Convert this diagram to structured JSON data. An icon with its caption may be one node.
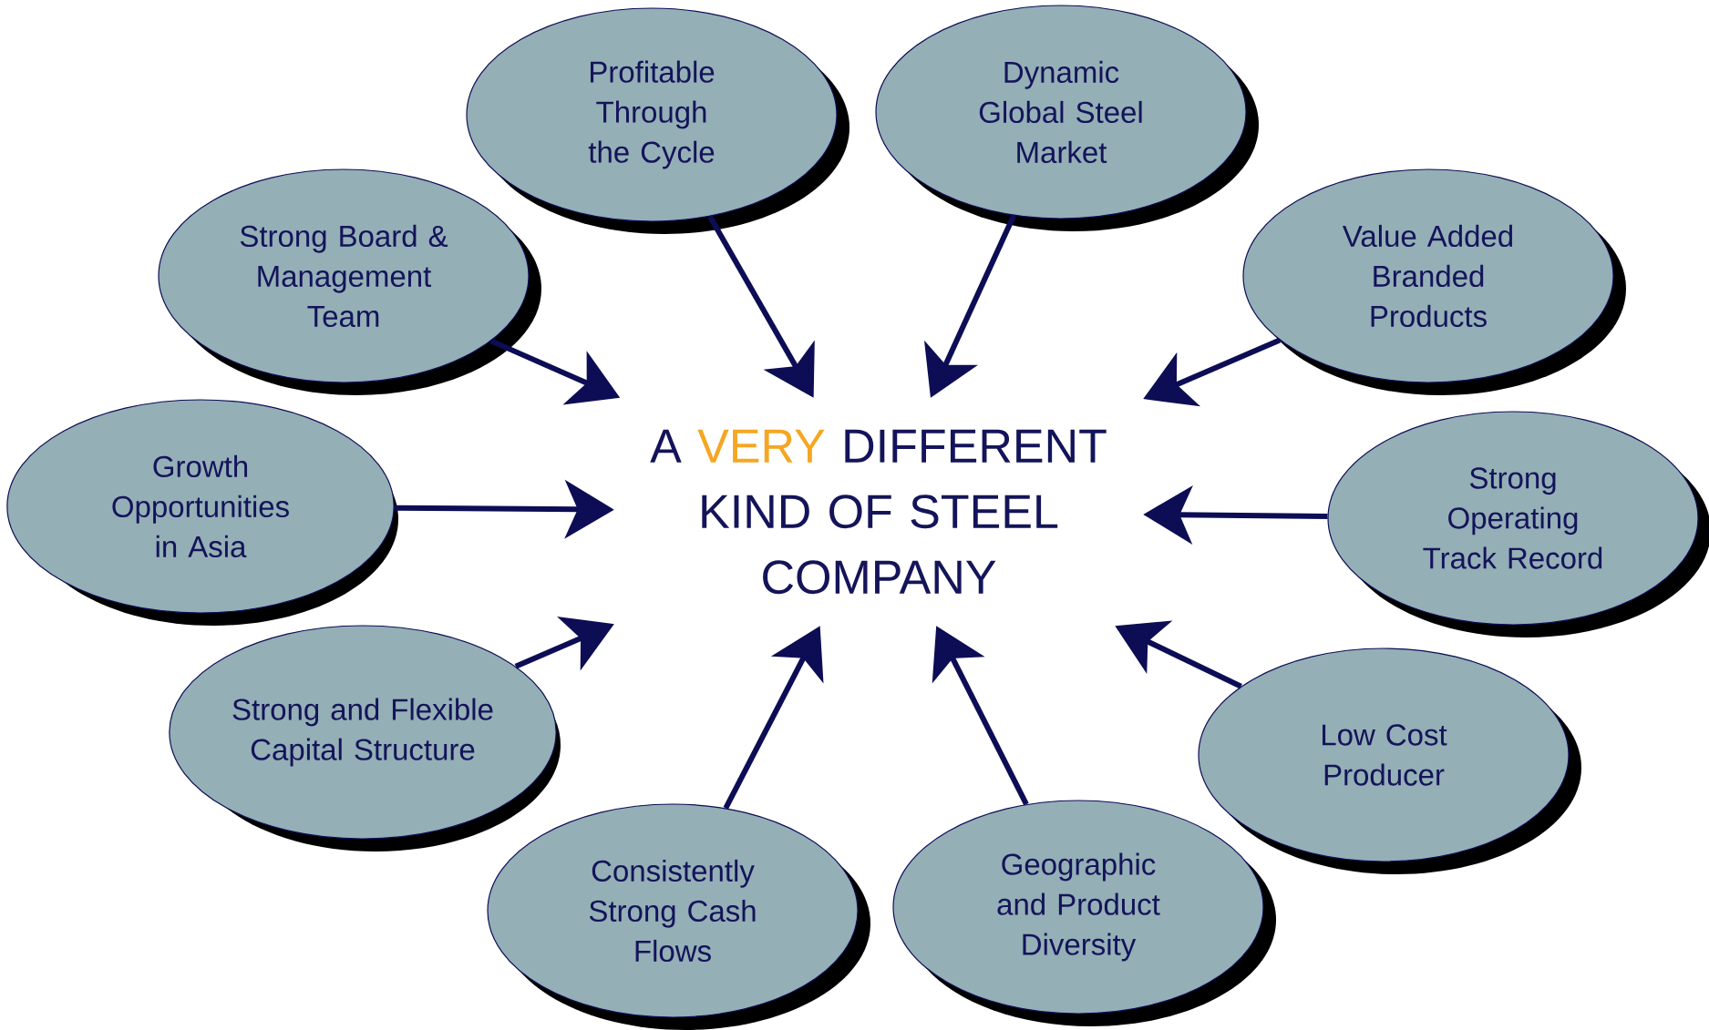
{
  "diagram": {
    "nodes": [
      {
        "text": [
          "A",
          "VERY",
          "DIFFERENT",
          "KIND OF STEEL COMPANY"
        ]
      },
      {
        "text": [
          "Profitable Through the Cycle"
        ]
      },
      {
        "text": [
          "Dynamic Global Steel Market"
        ]
      },
      {
        "text": [
          "Value Added Branded Products"
        ]
      },
      {
        "text": [
          "Strong Operating Track Record"
        ]
      },
      {
        "text": [
          "Low Cost Producer"
        ]
      },
      {
        "text": [
          "Geographic and Product Diversity"
        ]
      },
      {
        "text": [
          "Consistently Strong Cash Flows"
        ]
      },
      {
        "text": [
          "Strong and Flexible Capital Structure"
        ]
      },
      {
        "text": [
          "Growth Opportunities in Asia"
        ]
      },
      {
        "text": [
          "Strong Board & Management Team"
        ]
      }
    ],
    "edges": [
      {
        "from": 1,
        "to": 0,
        "arrow": "to"
      },
      {
        "from": 2,
        "to": 0,
        "arrow": "to"
      },
      {
        "from": 3,
        "to": 0,
        "arrow": "to"
      },
      {
        "from": 4,
        "to": 0,
        "arrow": "to"
      },
      {
        "from": 5,
        "to": 0,
        "arrow": "to"
      },
      {
        "from": 6,
        "to": 0,
        "arrow": "to"
      },
      {
        "from": 7,
        "to": 0,
        "arrow": "to"
      },
      {
        "from": 8,
        "to": 0,
        "arrow": "to"
      },
      {
        "from": 9,
        "to": 0,
        "arrow": "to"
      },
      {
        "from": 10,
        "to": 0,
        "arrow": "to"
      }
    ]
  }
}
